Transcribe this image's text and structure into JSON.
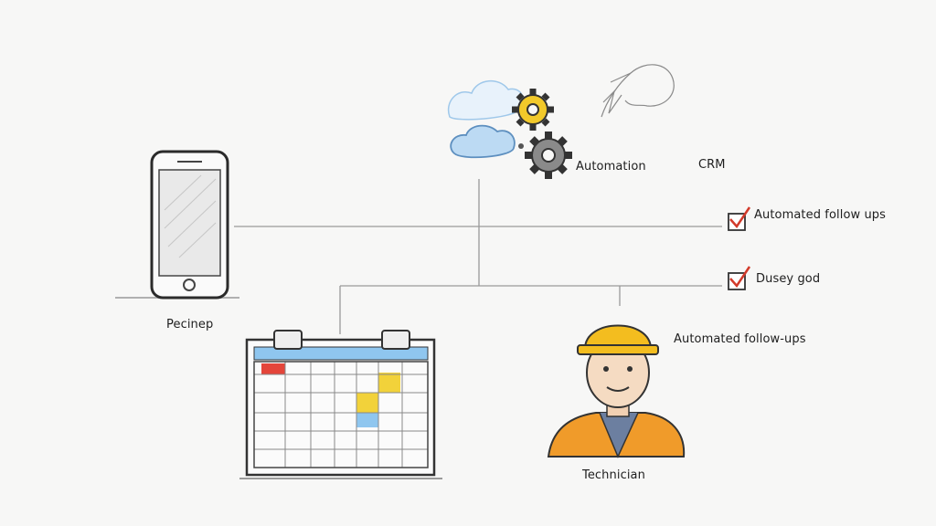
{
  "labels": {
    "phone": "Pecinep",
    "automation": "Automation",
    "crm": "CRM",
    "followups_1": "Automated follow ups",
    "busy_good": "Dusey god",
    "followups_2": "Automated follow-ups",
    "technician": "Technician"
  },
  "checklist": [
    {
      "label": "Automated follow ups",
      "checked": true
    },
    {
      "label": "Dusey god",
      "checked": true
    }
  ],
  "colors": {
    "background": "#f7f7f6",
    "line": "#9a9a9a",
    "gear_yellow": "#f2c92a",
    "gear_gray": "#7a7a7a",
    "cloud_blue": "#9fc8ea",
    "helmet": "#f3bd1f",
    "vest": "#f09b2a",
    "check": "#d23a2a",
    "calendar_header": "#8fc6ef",
    "calendar_red": "#e4453a",
    "calendar_yellow": "#f2d23a"
  },
  "icons": [
    "smartphone-icon",
    "cloud-icon",
    "gear-icon",
    "hand-icon",
    "calendar-icon",
    "technician-icon",
    "checkbox-icon"
  ]
}
